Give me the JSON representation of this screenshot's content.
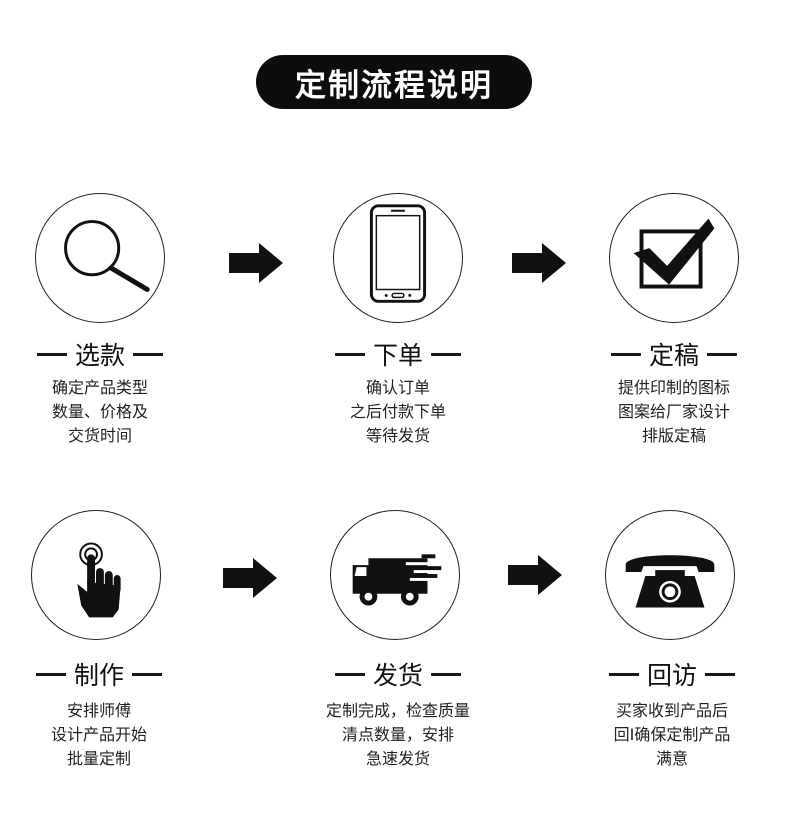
{
  "title": "定制流程说明",
  "steps": [
    {
      "title": "选款",
      "icon": "magnifier-icon",
      "desc": [
        "确定产品类型",
        "数量、价格及",
        "交货时间"
      ]
    },
    {
      "title": "下单",
      "icon": "smartphone-icon",
      "desc": [
        "确认订单",
        "之后付款下单",
        "等待发货"
      ]
    },
    {
      "title": "定稿",
      "icon": "checkbox-check-icon",
      "desc": [
        "提供印制的图标",
        "图案给厂家设计",
        "排版定稿"
      ]
    },
    {
      "title": "制作",
      "icon": "hand-tap-icon",
      "desc": [
        "安排师傅",
        "设计产品开始",
        "批量定制"
      ]
    },
    {
      "title": "发货",
      "icon": "delivery-truck-icon",
      "desc": [
        "定制完成，检查质量",
        "清点数量，安排",
        "急速发货"
      ]
    },
    {
      "title": "回访",
      "icon": "telephone-icon",
      "desc": [
        "买家收到产品后",
        "回I确保定制产品",
        "满意"
      ]
    }
  ]
}
